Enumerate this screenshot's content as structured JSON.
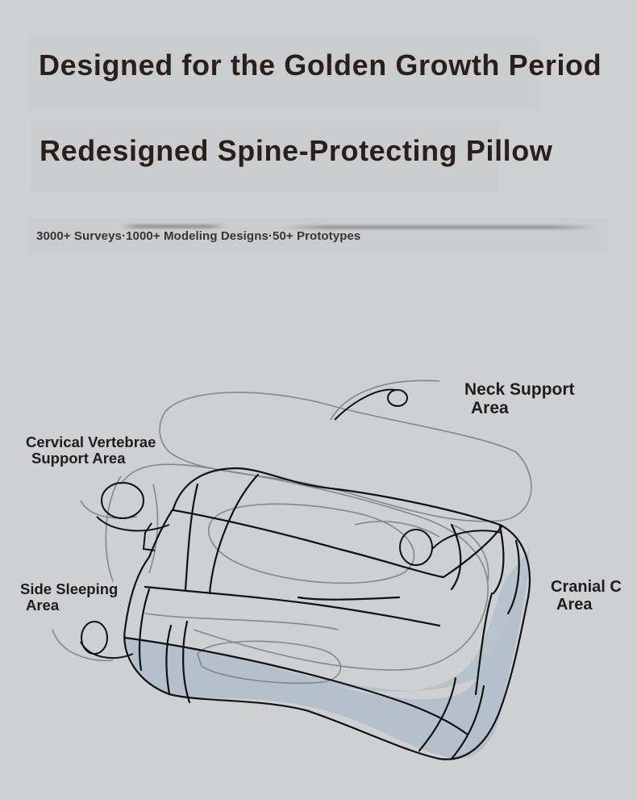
{
  "header": {
    "headline_1": "Designed for the Golden Growth Period",
    "headline_2": "Redesigned Spine-Protecting Pillow",
    "tagline": "3000+ Surveys·1000+ Modeling Designs·50+ Prototypes"
  },
  "diagram": {
    "labels": {
      "neck_line1": "Neck Support",
      "neck_line2": "Area",
      "cervical_line1": "Cervical Vertebrae",
      "cervical_line2": "Support Area",
      "side_line1": "Side Sleeping",
      "side_line2": "Area",
      "cranial_line1": "Cranial C",
      "cranial_line2": "Area"
    },
    "icons": [
      "pillow-illustration"
    ]
  },
  "colors": {
    "background": "#cfd0d2",
    "headline": "#2a1f1c",
    "pillow_fill": "#b4c0cc",
    "stroke": "#111111"
  }
}
